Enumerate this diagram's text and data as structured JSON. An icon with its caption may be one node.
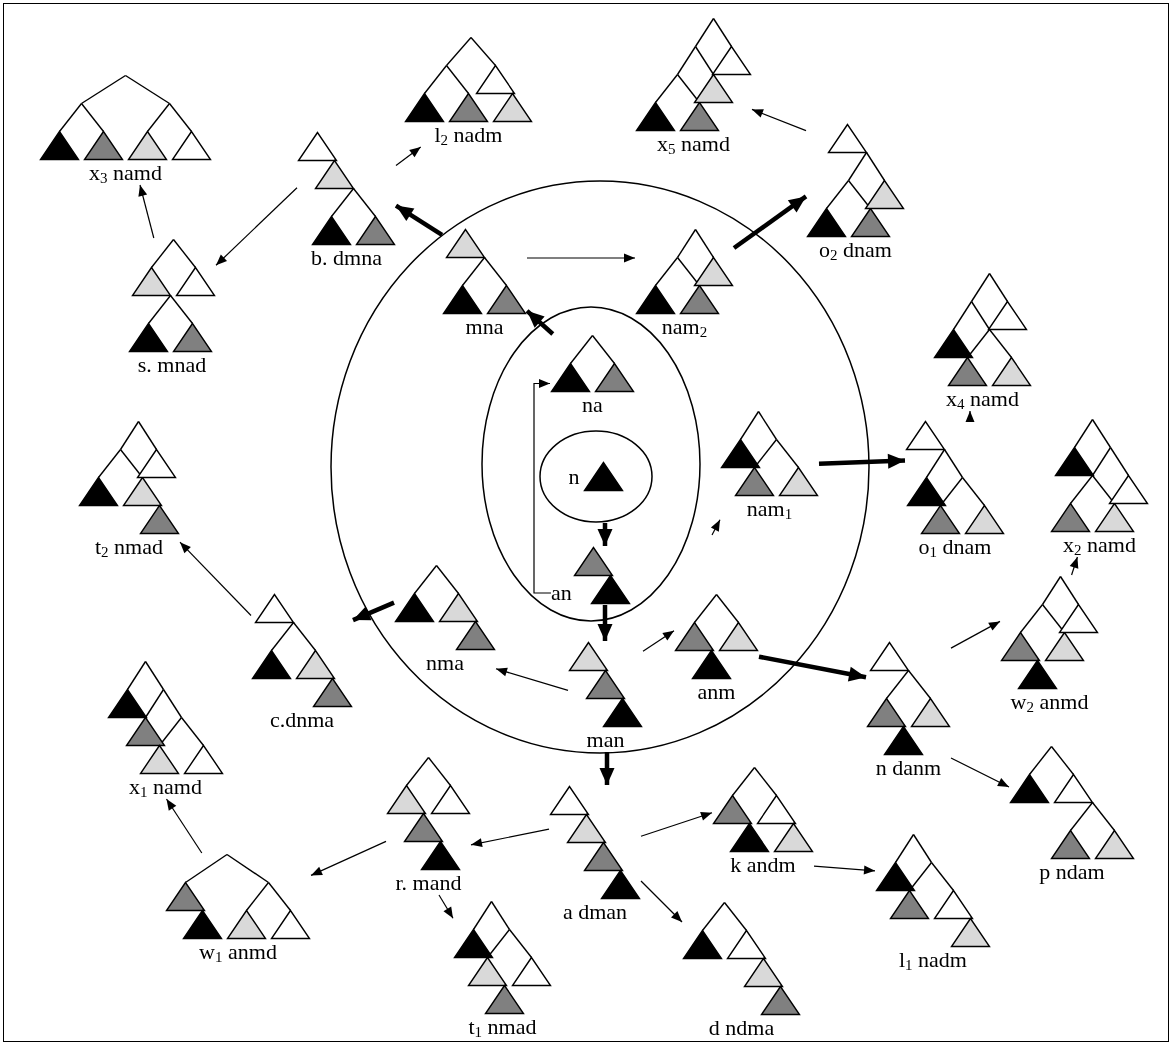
{
  "diagram": {
    "nodes": [
      {
        "text": [
          "x$_{5}$ namd"
        ]
      },
      {
        "text": [
          "l$_{2}$ nadm"
        ]
      },
      {
        "text": [
          "x$_{3}$ namd"
        ]
      },
      {
        "text": [
          "b. dmna"
        ]
      },
      {
        "text": [
          "o$_{2}$ dnam"
        ]
      },
      {
        "text": [],
        "shape": "circle"
      },
      {
        "text": [
          "mna"
        ],
        "in": 5
      },
      {
        "text": [
          "nam$_{2}$"
        ],
        "in": 5
      },
      {
        "text": [
          "s. mnad"
        ]
      },
      {
        "text": [
          "x$_{4}$ namd"
        ]
      },
      {
        "text": [],
        "shape": "circle",
        "in": 5
      },
      {
        "text": [
          "na"
        ],
        "in": 10
      },
      {
        "text": [
          "nam$_{1}$"
        ],
        "in": 5
      },
      {
        "text": [
          "o$_{1}$ dnam"
        ]
      },
      {
        "text": [
          "x$_{2}$ namd"
        ]
      },
      {
        "text": [
          "t$_{2}$ nmad"
        ]
      },
      {
        "text": [
          "n"
        ],
        "in": 10
      },
      {
        "text": [
          "an"
        ],
        "in": 10
      },
      {
        "text": [
          "nma"
        ],
        "in": 5
      },
      {
        "text": [
          "anm"
        ],
        "in": 5
      },
      {
        "text": [
          "man"
        ],
        "in": 5
      },
      {
        "text": [
          "c.dnma"
        ]
      },
      {
        "text": [
          "w$_{2}$ anmd"
        ]
      },
      {
        "text": [
          "n danm"
        ]
      },
      {
        "text": [
          "x$_{1}$ namd"
        ]
      },
      {
        "text": [
          "r. mand"
        ]
      },
      {
        "text": [
          "k andm"
        ]
      },
      {
        "text": [
          "a dman"
        ]
      },
      {
        "text": [
          "p ndam"
        ]
      },
      {
        "text": [
          "w$_{1}$ anmd"
        ]
      },
      {
        "text": [
          "l$_{1}$ nadm"
        ]
      },
      {
        "text": [
          "t$_{1}$ nmad"
        ]
      },
      {
        "text": [
          "d ndma"
        ]
      }
    ],
    "edges": [
      {
        "from": 11,
        "to": 6,
        "arrow": "to",
        "style": "thick"
      },
      {
        "from": 6,
        "to": 3,
        "arrow": "to",
        "style": "thick"
      },
      {
        "from": 6,
        "to": 7,
        "arrow": "to"
      },
      {
        "from": 3,
        "to": 1,
        "arrow": "to"
      },
      {
        "from": 3,
        "to": 8,
        "arrow": "to"
      },
      {
        "from": 8,
        "to": 2,
        "arrow": "to"
      },
      {
        "from": 4,
        "to": 0,
        "arrow": "to"
      },
      {
        "from": 7,
        "to": 4,
        "arrow": "to",
        "style": "thick"
      },
      {
        "from": 17,
        "to": 11,
        "arrow": "to"
      },
      {
        "from": 16,
        "to": 17,
        "arrow": "to",
        "style": "thick"
      },
      {
        "from": 17,
        "to": 20,
        "arrow": "to",
        "style": "thick"
      },
      {
        "from": 20,
        "to": 19,
        "arrow": "to"
      },
      {
        "from": 20,
        "to": 18,
        "arrow": "to"
      },
      {
        "from": null,
        "to": 12,
        "arrow": "to"
      },
      {
        "from": 12,
        "to": 13,
        "arrow": "to",
        "style": "thick"
      },
      {
        "from": 13,
        "to": 9,
        "arrow": "to"
      },
      {
        "from": 22,
        "to": 14,
        "arrow": "to"
      },
      {
        "from": 23,
        "to": 22,
        "arrow": "to"
      },
      {
        "from": 23,
        "to": 28,
        "arrow": "to"
      },
      {
        "from": 19,
        "to": 23,
        "arrow": "to",
        "style": "thick"
      },
      {
        "from": 18,
        "to": 21,
        "arrow": "to",
        "style": "thick"
      },
      {
        "from": 21,
        "to": 15,
        "arrow": "to"
      },
      {
        "from": 20,
        "to": 27,
        "arrow": "to",
        "style": "thick"
      },
      {
        "from": 27,
        "to": 25,
        "arrow": "to"
      },
      {
        "from": 27,
        "to": 26,
        "arrow": "to"
      },
      {
        "from": 27,
        "to": 32,
        "arrow": "to"
      },
      {
        "from": 25,
        "to": 29,
        "arrow": "to"
      },
      {
        "from": 25,
        "to": 31,
        "arrow": "to"
      },
      {
        "from": 29,
        "to": 24,
        "arrow": "to"
      },
      {
        "from": 26,
        "to": 30,
        "arrow": "to"
      }
    ]
  }
}
